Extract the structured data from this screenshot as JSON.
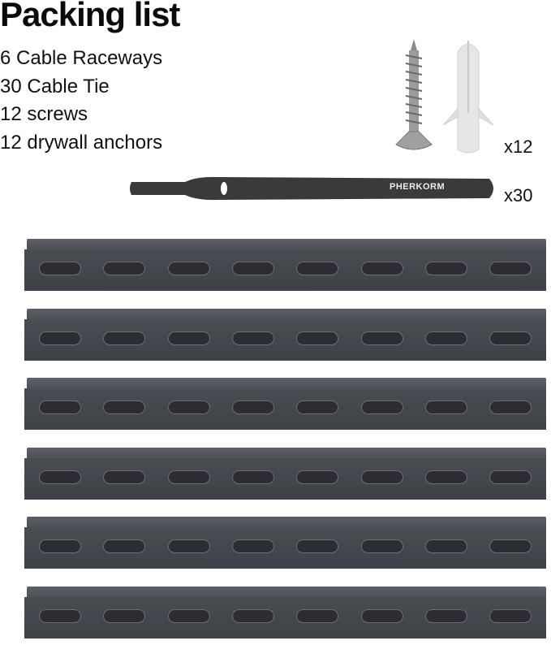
{
  "title": "Packing list",
  "items": [
    "6 Cable Raceways",
    "30 Cable Tie",
    "12 screws",
    "12 drywall anchors"
  ],
  "hardware_qty": "x12",
  "tie_qty": "x30",
  "tie_brand": "PHERKORM",
  "raceway_count": 6,
  "slots_per_raceway": 8,
  "colors": {
    "raceway": "#45474e",
    "tie": "#3a3a3a",
    "anchor": "#e4e4e4",
    "screw": "#a8a8a8"
  }
}
